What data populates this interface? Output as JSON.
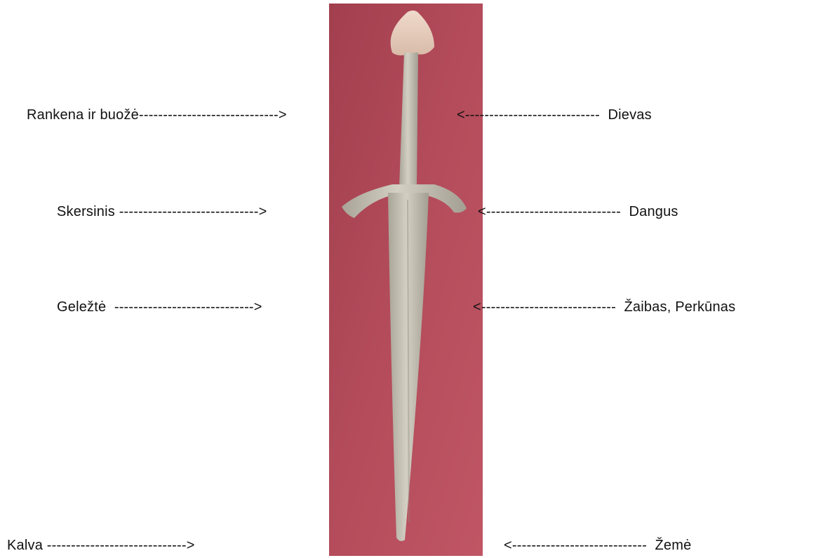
{
  "diagram": {
    "left_labels": [
      "Rankena ir buožė----------------------------->",
      "Skersinis ----------------------------->",
      "Geležtė  ----------------------------->",
      "Kalva ----------------------------->"
    ],
    "right_labels": [
      "<----------------------------  Dievas",
      "<----------------------------  Dangus",
      "<----------------------------  Žaibas, Perkūnas",
      "<----------------------------  Žemė"
    ]
  },
  "photo": {
    "subject": "sword-on-red-velvet",
    "colors": {
      "background": "#b04a58",
      "blade": "#c9c4b5",
      "pommel": "#e6cdbd"
    }
  }
}
